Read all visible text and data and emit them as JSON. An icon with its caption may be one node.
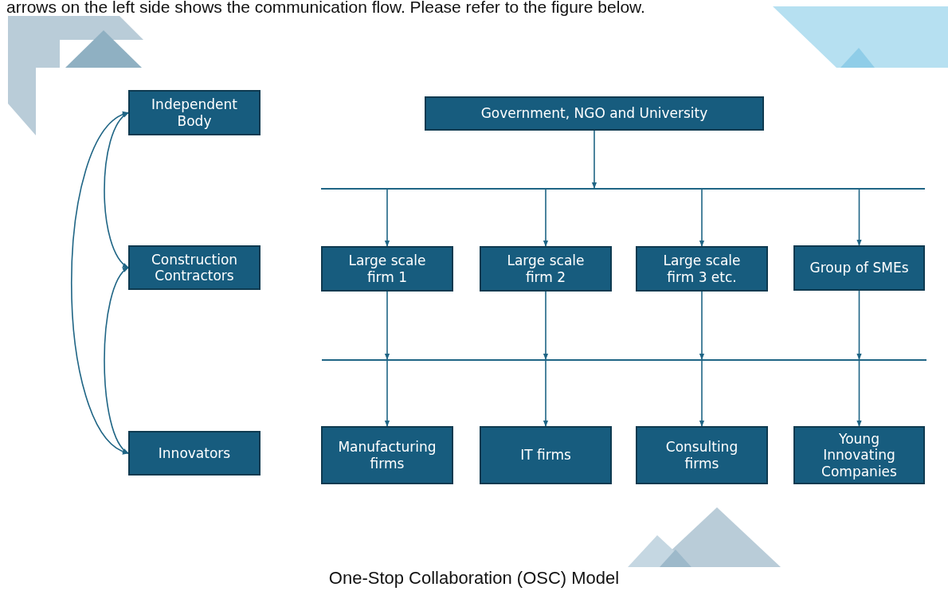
{
  "diagram": {
    "caption": "One-Stop Collaboration (OSC) Model",
    "nodes": [
      {
        "text": [
          "Independent Body"
        ]
      },
      {
        "text": [
          "Construction Contractors"
        ]
      },
      {
        "text": [
          "Innovators"
        ]
      },
      {
        "text": [
          "Government, NGO and University"
        ]
      },
      {
        "text": [],
        "shape": "bar"
      },
      {
        "text": [
          "Large scale firm 1"
        ]
      },
      {
        "text": [
          "Large scale firm 2"
        ]
      },
      {
        "text": [
          "Large scale firm 3 etc."
        ]
      },
      {
        "text": [
          "Group of SMEs"
        ]
      },
      {
        "text": [],
        "shape": "bar"
      },
      {
        "text": [
          "Manufacturing firms"
        ]
      },
      {
        "text": [
          "IT firms"
        ]
      },
      {
        "text": [
          "Consulting firms"
        ]
      },
      {
        "text": [
          "Young Innovating Companies"
        ]
      }
    ],
    "edges": [
      {
        "from": 0,
        "to": 1,
        "arrow": "both"
      },
      {
        "from": 1,
        "to": 2,
        "arrow": "both"
      },
      {
        "from": 0,
        "to": 2,
        "arrow": "both"
      },
      {
        "from": 3,
        "to": 4,
        "arrow": "to"
      },
      {
        "from": 4,
        "to": 5,
        "arrow": "to"
      },
      {
        "from": 4,
        "to": 6,
        "arrow": "to"
      },
      {
        "from": 4,
        "to": 7,
        "arrow": "to"
      },
      {
        "from": 4,
        "to": 8,
        "arrow": "to"
      },
      {
        "from": 5,
        "to": 9,
        "arrow": "to"
      },
      {
        "from": 6,
        "to": 9,
        "arrow": "to"
      },
      {
        "from": 7,
        "to": 9,
        "arrow": "to"
      },
      {
        "from": 8,
        "to": 9,
        "arrow": "to"
      },
      {
        "from": 9,
        "to": 10,
        "arrow": "to"
      },
      {
        "from": 9,
        "to": 11,
        "arrow": "to"
      },
      {
        "from": 9,
        "to": 12,
        "arrow": "to"
      },
      {
        "from": 9,
        "to": 13,
        "arrow": "to"
      }
    ],
    "labels": [
      "arrows on the left side shows the communication flow. Please refer to the figure below."
    ]
  }
}
